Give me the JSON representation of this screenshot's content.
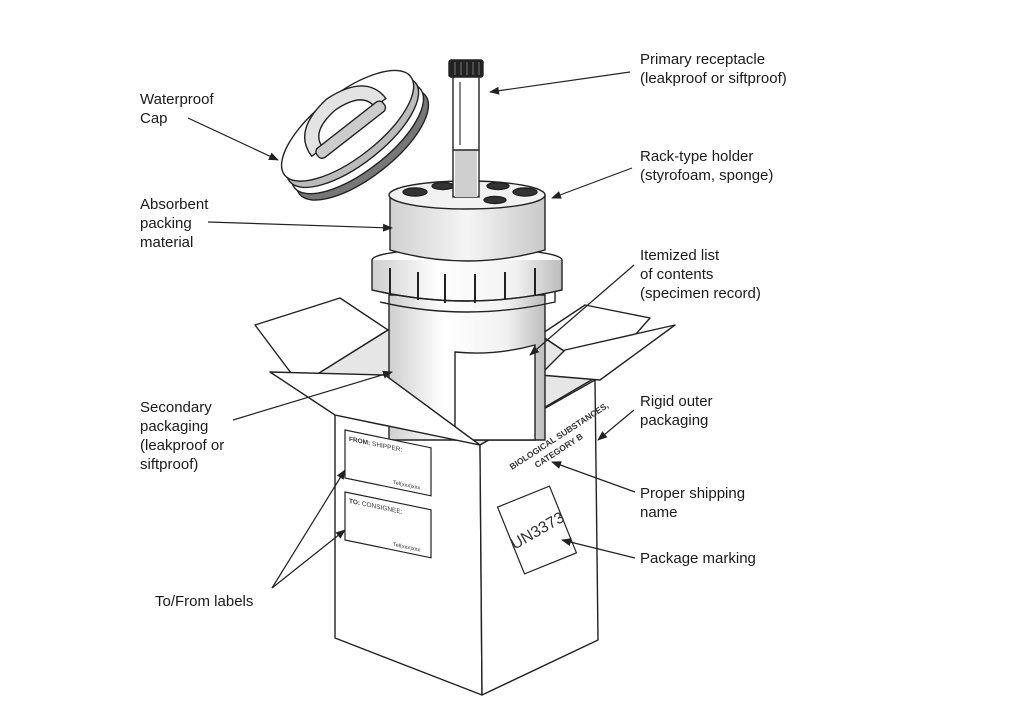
{
  "labels": {
    "waterproof_cap": [
      "Waterproof",
      "Cap"
    ],
    "absorbent_material": [
      "Absorbent",
      "packing",
      "material"
    ],
    "secondary_packaging": [
      "Secondary",
      "packaging",
      "(leakproof or",
      "siftproof)"
    ],
    "to_from_labels": [
      "To/From labels"
    ],
    "primary_receptacle": [
      "Primary receptacle",
      "(leakproof or siftproof)"
    ],
    "rack_holder": [
      "Rack-type holder",
      "(styrofoam, sponge)"
    ],
    "itemized_list": [
      "Itemized list",
      "of contents",
      "(specimen record)"
    ],
    "rigid_outer": [
      "Rigid outer",
      "packaging"
    ],
    "shipping_name": [
      "Proper shipping",
      "name"
    ],
    "package_marking": [
      "Package marking"
    ]
  },
  "box_labels": {
    "from_prefix": "FROM:",
    "from_rest": " SHIPPER:",
    "to_prefix": "TO:",
    "to_rest": " CONSIGNEE:",
    "tel": "Tel(xxx)xxx"
  },
  "box_side": {
    "line1": "BIOLOGICAL SUBSTANCES,",
    "line2": "CATEGORY B",
    "marking": "UN3373"
  },
  "colors": {
    "line": "#222222",
    "fill": "#ffffff",
    "shade": "#d9d9d9",
    "cap_dark": "#555555"
  }
}
